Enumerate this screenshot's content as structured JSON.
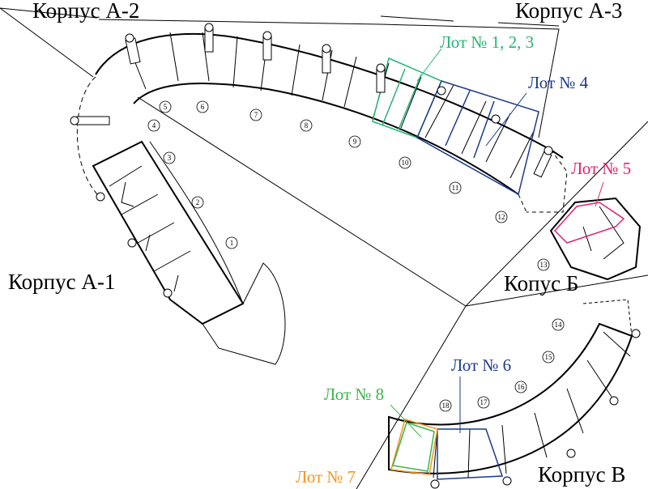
{
  "buildings": {
    "a1": "Корпус А-1",
    "a2": "Корпус А-2",
    "a3": "Корпус А-3",
    "b": "Копус Б",
    "v": "Корпус В"
  },
  "lots": {
    "lot123": {
      "label": "Лот № 1, 2, 3",
      "color": "#22b573"
    },
    "lot4": {
      "label": "Лот № 4",
      "color": "#1b3a8c"
    },
    "lot5": {
      "label": "Лот № 5",
      "color": "#e0226e"
    },
    "lot6": {
      "label": "Лот № 6",
      "color": "#1b3a8c"
    },
    "lot7": {
      "label": "Лот № 7",
      "color": "#f7931e"
    },
    "lot8": {
      "label": "Лот № 8",
      "color": "#39b54a"
    }
  },
  "markers": [
    "1",
    "2",
    "3",
    "4",
    "5",
    "6",
    "7",
    "8",
    "9",
    "10",
    "11",
    "12",
    "13",
    "14",
    "15",
    "16",
    "17",
    "18"
  ]
}
